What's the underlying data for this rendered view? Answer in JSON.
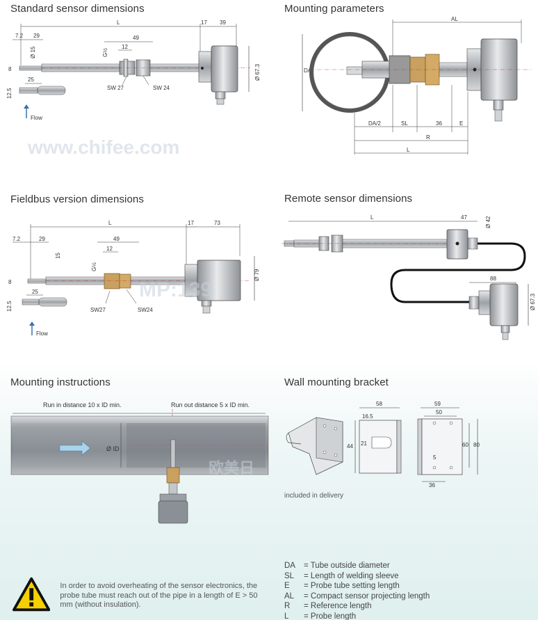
{
  "sections": {
    "standard": "Standard sensor dimensions",
    "mounting_params": "Mounting parameters",
    "fieldbus": "Fieldbus version dimensions",
    "remote": "Remote sensor dimensions",
    "instructions": "Mounting instructions",
    "bracket": "Wall mounting bracket"
  },
  "standard_dims": {
    "d72": "7.2",
    "d29": "29",
    "L": "L",
    "d17": "17",
    "d39": "39",
    "d49": "49",
    "d12": "12",
    "g12": "G½",
    "d15": "Ø 15",
    "d8": "8",
    "d25": "25",
    "d125": "12.5",
    "d673": "Ø 67.3",
    "sw27": "SW 27",
    "sw24": "SW 24",
    "flow": "Flow"
  },
  "mounting_dims": {
    "AL": "AL",
    "DA": "DA",
    "DA2": "DA/2",
    "SL": "SL",
    "d36": "36",
    "E": "E",
    "R": "R",
    "L": "L"
  },
  "fieldbus_dims": {
    "L": "L",
    "d17": "17",
    "d73": "73",
    "d72": "7.2",
    "d29": "29",
    "d49": "49",
    "d15": "15",
    "d12": "12",
    "g12": "G½",
    "d8": "8",
    "d25": "25",
    "d125": "12.5",
    "d79": "Ø 79",
    "sw27": "SW27",
    "sw24": "SW24",
    "flow": "Flow"
  },
  "remote_dims": {
    "L": "L",
    "d47": "47",
    "d42": "Ø 42",
    "d88": "88",
    "d673": "Ø 67.3"
  },
  "instructions": {
    "run_in": "Run in distance 10 x ID min.",
    "run_out": "Run out distance 5 x ID min.",
    "id": "Ø ID"
  },
  "bracket_dims": {
    "d58": "58",
    "d165": "16.5",
    "d44": "44",
    "d21": "21",
    "d59": "59",
    "d50": "50",
    "d60": "60",
    "d80": "80",
    "d36": "36",
    "d5": "5"
  },
  "included": "included in delivery",
  "legend": [
    {
      "key": "DA",
      "text": "= Tube outside diameter"
    },
    {
      "key": "SL",
      "text": "= Length of welding sleeve"
    },
    {
      "key": "E",
      "text": "= Probe tube setting length"
    },
    {
      "key": "AL",
      "text": "= Compact sensor projecting length"
    },
    {
      "key": "R",
      "text": "= Reference length"
    },
    {
      "key": "L",
      "text": "= Probe length"
    }
  ],
  "warning": "In order to avoid overheating of the sensor electronics, the probe tube must reach out of the pipe in a length of E > 50 mm (without insulation).",
  "watermarks": {
    "w1": "www.chifee.com",
    "w2": "MP:139",
    "w3": "欧美日"
  },
  "colors": {
    "steel": "#b9bcc0",
    "brass": "#c9a060",
    "line": "#333333"
  }
}
